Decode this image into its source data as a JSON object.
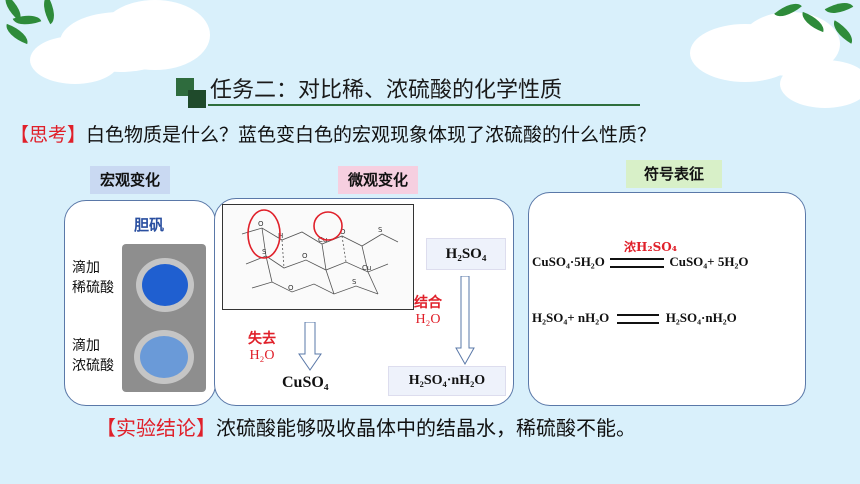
{
  "title": "任务二：对比稀、浓硫酸的化学性质",
  "think": {
    "tag": "【思考】",
    "text": "白色物质是什么？蓝色变白色的宏观现象体现了浓硫酸的什么性质？"
  },
  "macro": {
    "tag": "宏观变化",
    "caption": "胆矾",
    "dilute": [
      "滴加",
      "稀硫酸"
    ],
    "conc": [
      "滴加",
      "浓硫酸"
    ]
  },
  "micro": {
    "tag": "微观变化",
    "lose_label": "失去",
    "combine_label": "结合",
    "h2o": "H₂O",
    "product_cuso4": "CuSO₄",
    "box_h2so4": "H₂SO₄",
    "box_h2so4_nh2o": "H₂SO₄·nH₂O"
  },
  "symbol": {
    "tag": "符号表征",
    "condition": "浓H₂SO₄",
    "eq1_left": "CuSO₄·5H₂O",
    "eq1_right": "CuSO₄+ 5H₂O",
    "eq2_left": "H₂SO₄+ nH₂O",
    "eq2_right": "H₂SO₄·nH₂O"
  },
  "conclusion": {
    "tag": "【实验结论】",
    "text": "浓硫酸能够吸收晶体中的结晶水，稀硫酸不能。"
  },
  "colors": {
    "accent_red": "#e0202a",
    "panel_border": "#5a78a8",
    "tag_blue": "#c9d9f2",
    "tag_pink": "#f6cfe0",
    "tag_green": "#d8f0c8"
  }
}
